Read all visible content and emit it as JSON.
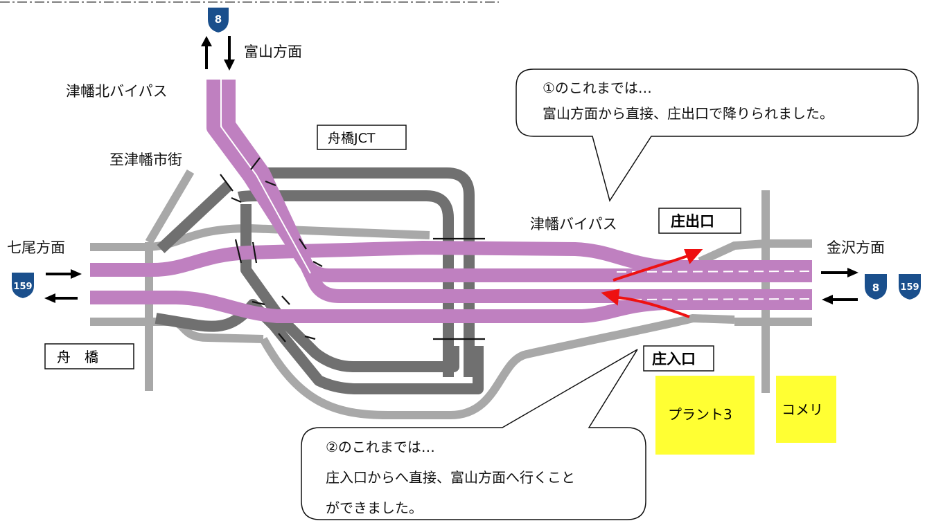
{
  "labels": {
    "toyama_direction": "富山方面",
    "tsubata_north_bypass": "津幡北バイパス",
    "funabashi_jct": "舟橋JCT",
    "to_tsubata_city": "至津幡市街",
    "nanao_direction": "七尾方面",
    "kanazawa_direction": "金沢方面",
    "tsubata_bypass": "津幡バイパス",
    "sho_exit": "庄出口",
    "sho_entrance": "庄入口",
    "funabashi": "舟　橋",
    "plant3": "プラント3",
    "komeri": "コメリ"
  },
  "shields": {
    "route8": "8",
    "route159": "159"
  },
  "callouts": {
    "c1_line1": "①のこれまでは…",
    "c1_line2": "富山方面から直接、庄出口で降りられました。",
    "c2_line1": "②のこれまでは…",
    "c2_line2": "庄入口からへ直接、富山方面へ行くこと",
    "c2_line3": "ができました。"
  },
  "colors": {
    "bypass": "#bf80c0",
    "ramp_dark": "#707070",
    "local_road": "#a8a8a8",
    "shield": "#1a4f8c",
    "store": "#ffff33",
    "arrow_red": "#ee1111"
  }
}
